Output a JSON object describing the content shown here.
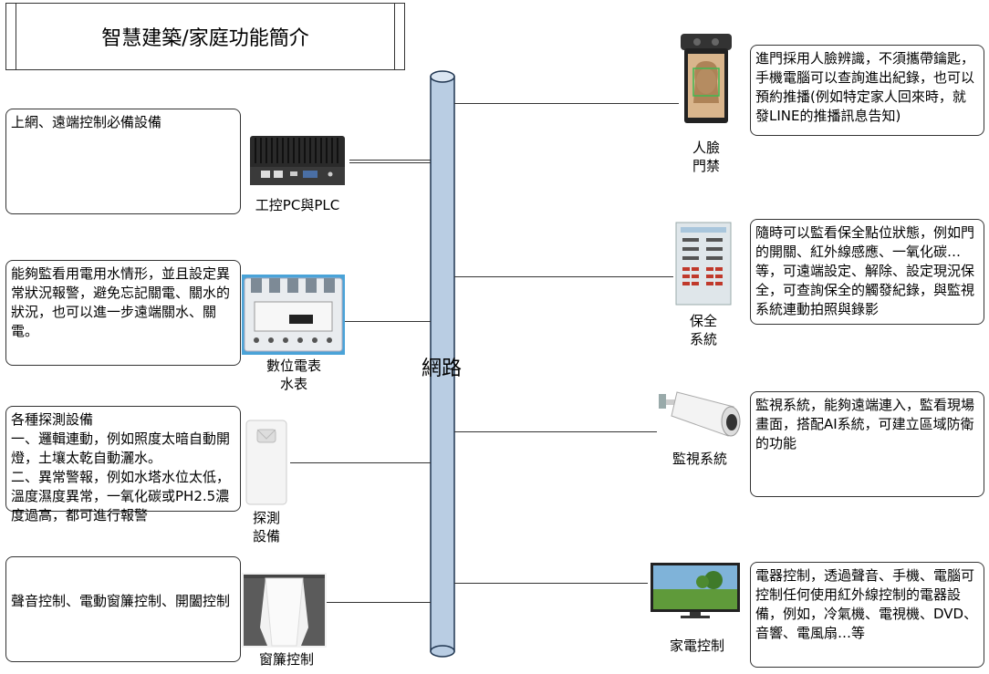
{
  "title": "智慧建築/家庭功能簡介",
  "network_label": "網路",
  "left": [
    {
      "text": "上網、遠端控制必備設備",
      "caption": "工控PC與PLC",
      "icon": "industrial-pc-icon"
    },
    {
      "text": "能夠監看用電用水情形，並且設定異常狀況報警，避免忘記關電、關水的狀況，也可以進一步遠端關水、關電。",
      "caption": "數位電表\n水表",
      "icon": "digital-meter-icon"
    },
    {
      "text": "各種探測設備\n一、邏輯連動，例如照度太暗自動開燈，土壤太乾自動灑水。\n二、異常警報，例如水塔水位太低，溫度濕度異常，一氧化碳或PH2.5濃度過高，都可進行報警",
      "caption": "探測\n設備",
      "icon": "motion-sensor-icon"
    },
    {
      "text": "聲音控制、電動窗簾控制、開闔控制",
      "caption": "窗簾控制",
      "icon": "curtain-icon"
    }
  ],
  "right": [
    {
      "text": "進門採用人臉辨識，不須攜帶鑰匙，手機電腦可以查詢進出紀錄，也可以預約推播(例如特定家人回來時，就發LINE的推播訊息告知)",
      "caption": "人臉\n門禁",
      "icon": "face-recognition-terminal-icon"
    },
    {
      "text": "隨時可以監看保全點位狀態，例如門的開關、紅外線感應、一氧化碳…等，可遠端設定、解除、設定現況保全，可查詢保全的觸發紀錄，與監視系統連動拍照與錄影",
      "caption": "保全\n系統",
      "icon": "security-panel-icon"
    },
    {
      "text": "監視系統，能夠遠端連入，監看現場畫面，搭配AI系統，可建立區域防衛的功能",
      "caption": "監視系統",
      "icon": "cctv-camera-icon"
    },
    {
      "text": "電器控制，透過聲音、手機、電腦可控制任何使用紅外線控制的電器設備，例如，冷氣機、電視機、DVD、音響、電風扇…等",
      "caption": "家電控制",
      "icon": "tv-monitor-icon"
    }
  ],
  "colors": {
    "pipe": "#b9cde3",
    "pipe_edge": "#1f3550",
    "line": "#333333"
  }
}
